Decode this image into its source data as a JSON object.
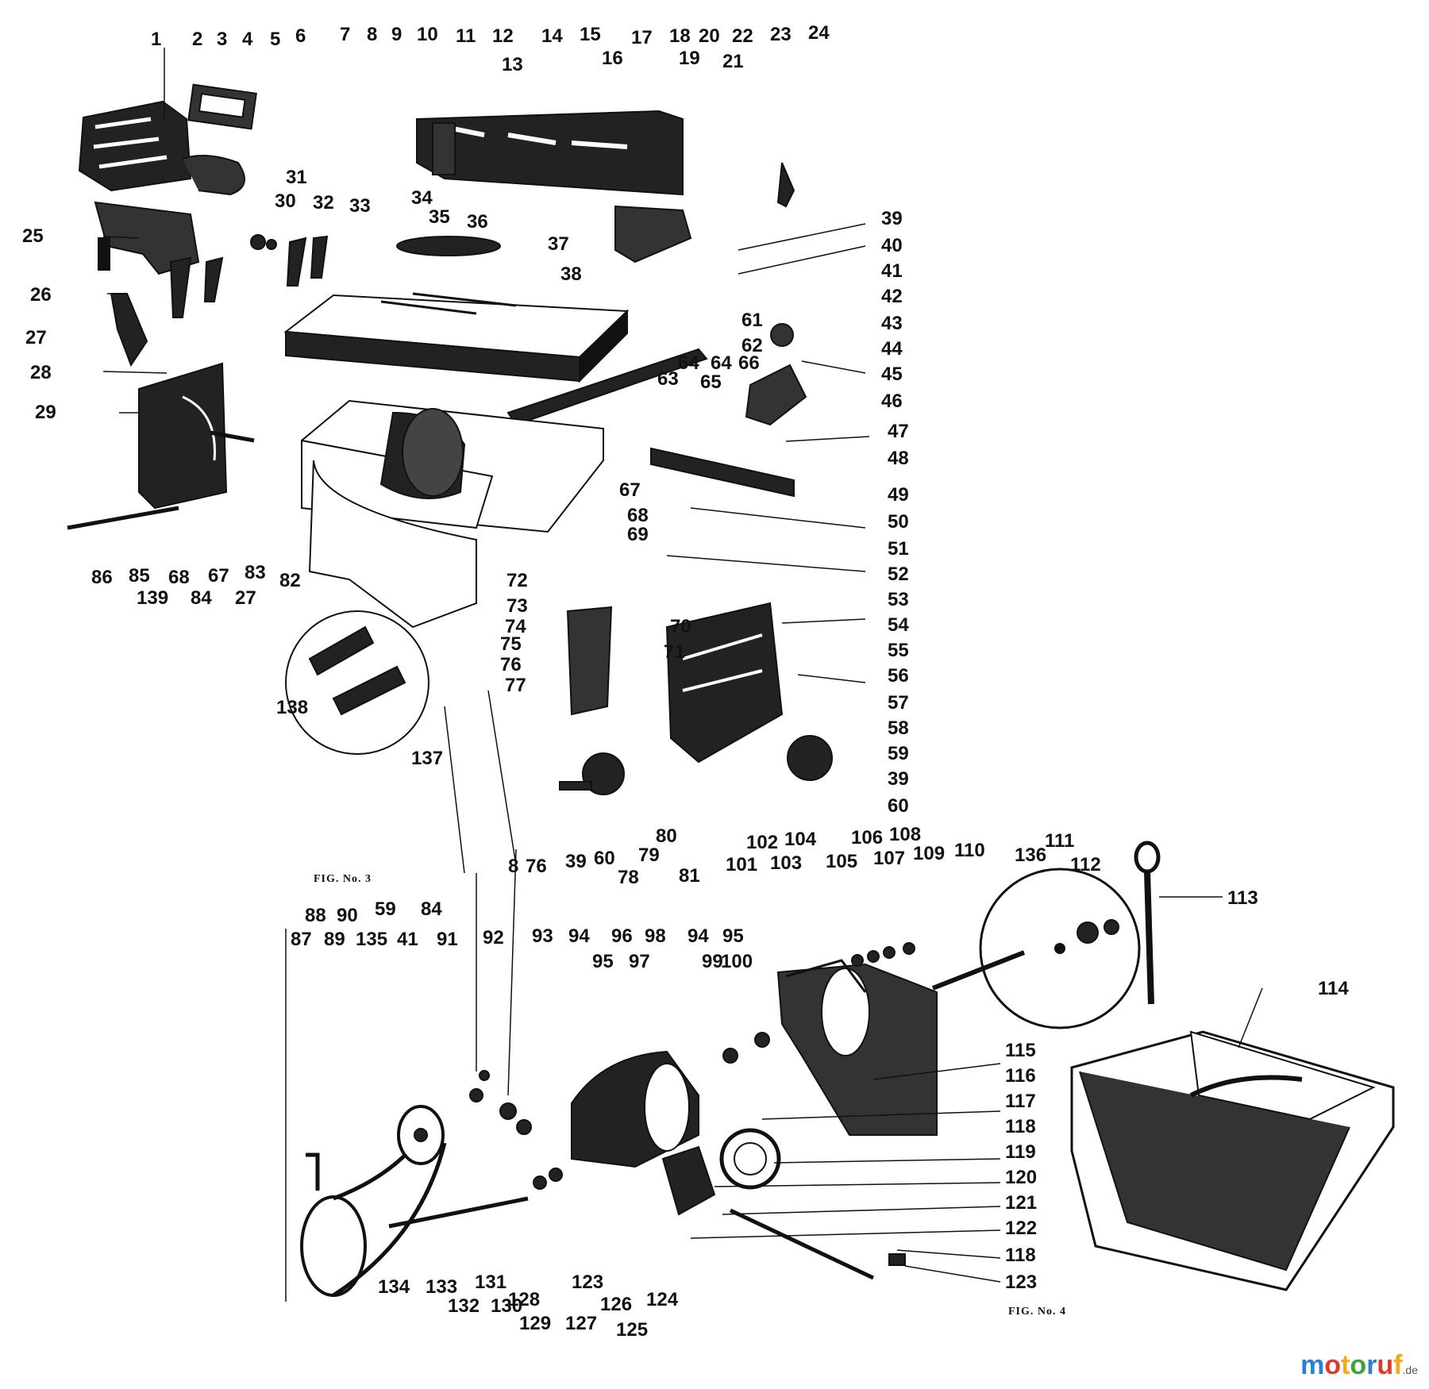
{
  "diagram": {
    "fig3_caption": "FIG. No. 3",
    "fig4_caption": "FIG. No. 4",
    "watermark": {
      "brand": "motoruf",
      "suffix": ".de"
    },
    "colors": {
      "ink": "#111111",
      "paper": "#ffffff",
      "wm_m": "#2d7fd3",
      "wm_o": "#e03a2e",
      "wm_t": "#f2a81d",
      "wm_r": "#3aa53a",
      "wm_u": "#2d7fd3",
      "wm_f": "#e03a2e"
    },
    "callouts": {
      "n1": "1",
      "n2": "2",
      "n3": "3",
      "n4": "4",
      "n5": "5",
      "n6": "6",
      "n7": "7",
      "n8": "8",
      "n9": "9",
      "n10": "10",
      "n11": "11",
      "n12": "12",
      "n13": "13",
      "n14": "14",
      "n15": "15",
      "n16": "16",
      "n17": "17",
      "n18": "18",
      "n19": "19",
      "n20": "20",
      "n21": "21",
      "n22": "22",
      "n23": "23",
      "n24": "24",
      "n25": "25",
      "n26": "26",
      "n27": "27",
      "n28": "28",
      "n29": "29",
      "n30": "30",
      "n31": "31",
      "n32": "32",
      "n33": "33",
      "n34": "34",
      "n35": "35",
      "n36": "36",
      "n37": "37",
      "n38": "38",
      "n39": "39",
      "n40": "40",
      "n41": "41",
      "n42": "42",
      "n43": "43",
      "n44": "44",
      "n45": "45",
      "n46": "46",
      "n47": "47",
      "n48": "48",
      "n49": "49",
      "n50": "50",
      "n51": "51",
      "n52": "52",
      "n53": "53",
      "n54": "54",
      "n55": "55",
      "n56": "56",
      "n57": "57",
      "n58": "58",
      "n59": "59",
      "n60": "60",
      "n61": "61",
      "n62": "62",
      "n63": "63",
      "n64": "64",
      "n65": "65",
      "n66": "66",
      "n67": "67",
      "n68": "68",
      "n69": "69",
      "n70": "70",
      "n71": "71",
      "n72": "72",
      "n73": "73",
      "n74": "74",
      "n75": "75",
      "n76": "76",
      "n77": "77",
      "n78": "78",
      "n79": "79",
      "n80": "80",
      "n81": "81",
      "n82": "82",
      "n83": "83",
      "n84": "84",
      "n85": "85",
      "n86": "86",
      "n87": "87",
      "n88": "88",
      "n89": "89",
      "n90": "90",
      "n91": "91",
      "n92": "92",
      "n93": "93",
      "n94": "94",
      "n95": "95",
      "n96": "96",
      "n97": "97",
      "n98": "98",
      "n99": "99",
      "n100": "100",
      "n101": "101",
      "n102": "102",
      "n103": "103",
      "n104": "104",
      "n105": "105",
      "n106": "106",
      "n107": "107",
      "n108": "108",
      "n109": "109",
      "n110": "110",
      "n111": "111",
      "n112": "112",
      "n113": "113",
      "n114": "114",
      "n115": "115",
      "n116": "116",
      "n117": "117",
      "n118": "118",
      "n119": "119",
      "n120": "120",
      "n121": "121",
      "n122": "122",
      "n123": "123",
      "n124": "124",
      "n125": "125",
      "n126": "126",
      "n127": "127",
      "n128": "128",
      "n129": "129",
      "n130": "130",
      "n131": "131",
      "n132": "132",
      "n133": "133",
      "n134": "134",
      "n135": "135",
      "n136": "136",
      "n137": "137",
      "n138": "138",
      "n139": "139"
    }
  }
}
